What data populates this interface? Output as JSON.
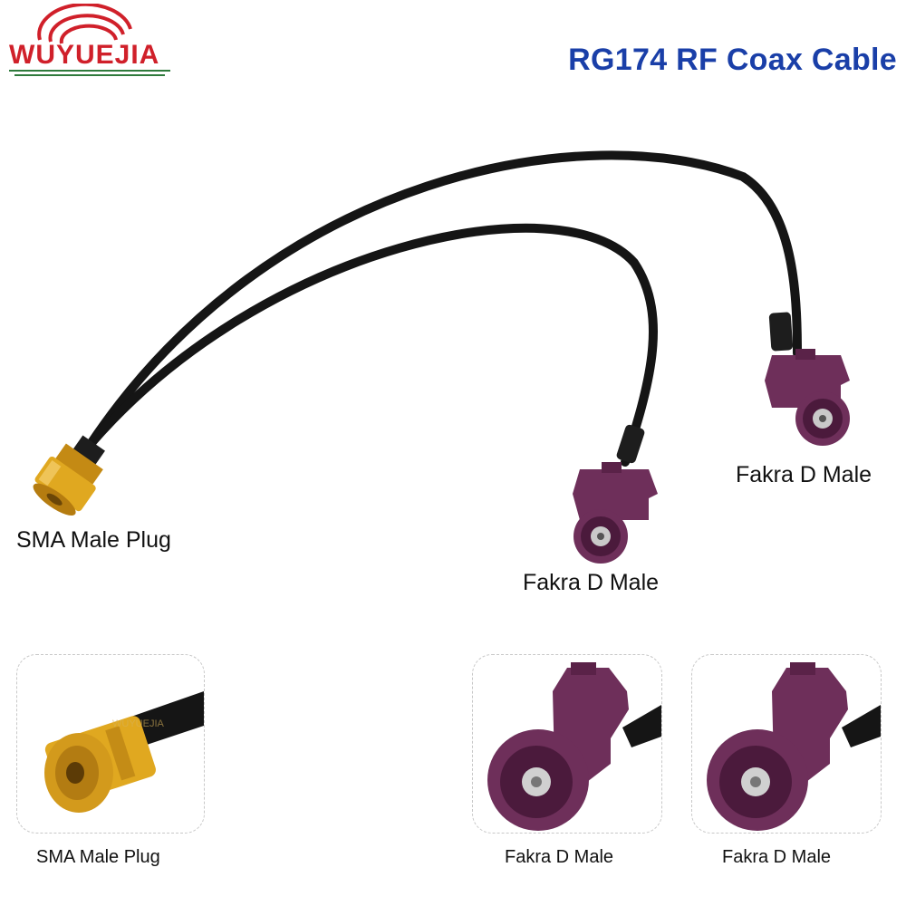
{
  "brand": {
    "logo_text": "WUYUEJIA",
    "watermark_text": "WUYUEJIA"
  },
  "title": "RG174 RF Coax Cable",
  "labels": {
    "sma": "SMA Male Plug",
    "fakra_right": "Fakra D Male",
    "fakra_mid": "Fakra D Male"
  },
  "cards": [
    {
      "caption": "SMA Male Plug"
    },
    {
      "caption": "Fakra D Male"
    },
    {
      "caption": "Fakra D Male"
    }
  ],
  "colors": {
    "title": "#1a3fa8",
    "logo_red": "#d0202a",
    "logo_green": "#2f7a3c",
    "cable": "#151515",
    "fakra_violet": "#6e2f5a",
    "sma_gold": "#d9a020"
  }
}
